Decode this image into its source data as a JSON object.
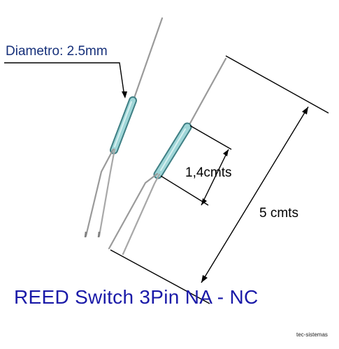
{
  "labels": {
    "diameter": "Diametro: 2.5mm",
    "capsule_length": "1,4cmts",
    "total_length": "5 cmts",
    "title": "REED Switch 3Pin  NA - NC",
    "watermark": "tec-sistemas"
  },
  "colors": {
    "title": "#1a1aa8",
    "diameter_label": "#16307a",
    "glass": "#7fc4c6",
    "wire": "#9a9a9a"
  }
}
